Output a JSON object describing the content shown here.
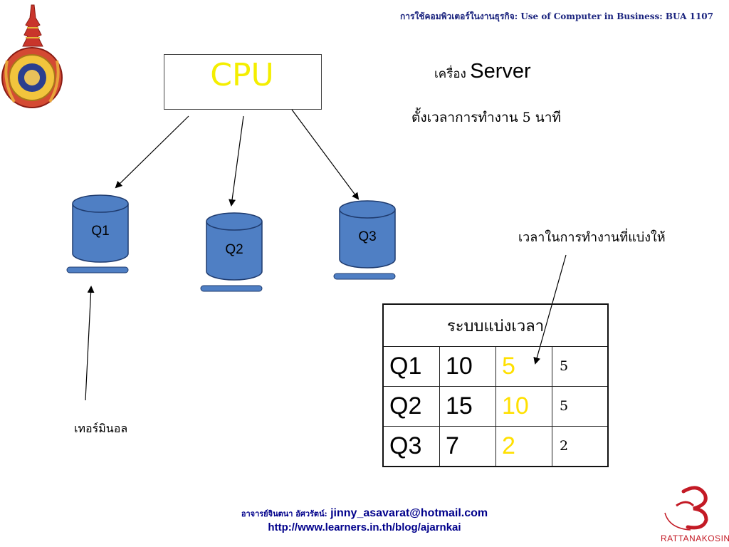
{
  "header": {
    "course_title": "การใช้คอมพิวเตอร์ในงานธุรกิจ: Use of Computer in Business: BUA 1107"
  },
  "diagram": {
    "cpu_label": "CPU",
    "server_prefix": "เครื่อง",
    "server_word": "Server",
    "time_setting": "ตั้งเวลาการทำงาน 5 นาที",
    "queues": [
      "Q1",
      "Q2",
      "Q3"
    ],
    "time_slice_note": "เวลาในการทำงานที่แบ่งให้",
    "terminal_note": "เทอร์มินอล"
  },
  "colors": {
    "cylinder_fill": "#4f7fc4",
    "cylinder_stroke": "#1f3b6e",
    "cpu_text": "#f4ee00",
    "highlight_value": "#ffe000",
    "footer_text": "#00008b"
  },
  "table": {
    "title": "ระบบแบ่งเวลา",
    "rows": [
      {
        "queue": "Q1",
        "total": "10",
        "remaining": "5",
        "slice": "5"
      },
      {
        "queue": "Q2",
        "total": "15",
        "remaining": "10",
        "slice": "5"
      },
      {
        "queue": "Q3",
        "total": "7",
        "remaining": "2",
        "slice": "2"
      }
    ]
  },
  "footer": {
    "instructor": "อาจารย์จินตนา อัศวรัตน์:",
    "email": "jinny_asavarat@hotmail.com",
    "url": "http://www.learners.in.th/blog/ajarnkai"
  },
  "logos": {
    "left_logo_icon": "university-seal-icon",
    "right_logo_icon": "rattanakosin-logo-icon",
    "right_logo_text": "RATTANAKOSIN"
  }
}
